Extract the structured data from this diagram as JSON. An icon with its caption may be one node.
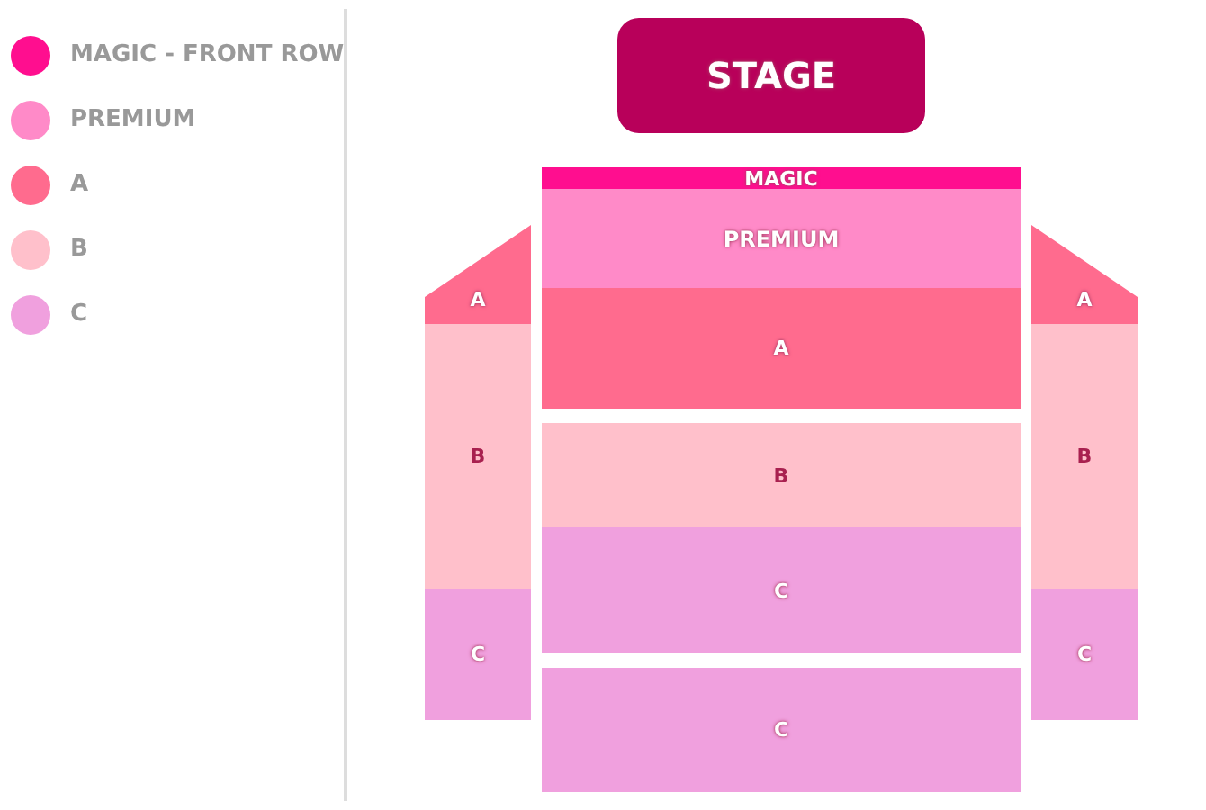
{
  "diagram": {
    "nodes": [
      {
        "text": [
          "STAGE"
        ]
      },
      {
        "text": [
          "MAGIC"
        ]
      },
      {
        "text": [
          "PREMIUM"
        ]
      },
      {
        "text": [
          "A"
        ]
      },
      {
        "text": [
          "A"
        ]
      },
      {
        "text": [
          "A"
        ]
      },
      {
        "text": [
          "B"
        ]
      },
      {
        "text": [
          "B"
        ]
      },
      {
        "text": [
          "B"
        ]
      },
      {
        "text": [
          "C"
        ]
      },
      {
        "text": [
          "C"
        ]
      },
      {
        "text": [
          "C"
        ]
      },
      {
        "text": [
          "C"
        ]
      }
    ],
    "legend": [
      {
        "text": "MAGIC - FRONT ROW",
        "color": "#ff0e8f"
      },
      {
        "text": "PREMIUM",
        "color": "#ff8ac8"
      },
      {
        "text": "A",
        "color": "#ff6b8e"
      },
      {
        "text": "B",
        "color": "#ffc0cb"
      },
      {
        "text": "C",
        "color": "#f0a0de"
      }
    ]
  }
}
